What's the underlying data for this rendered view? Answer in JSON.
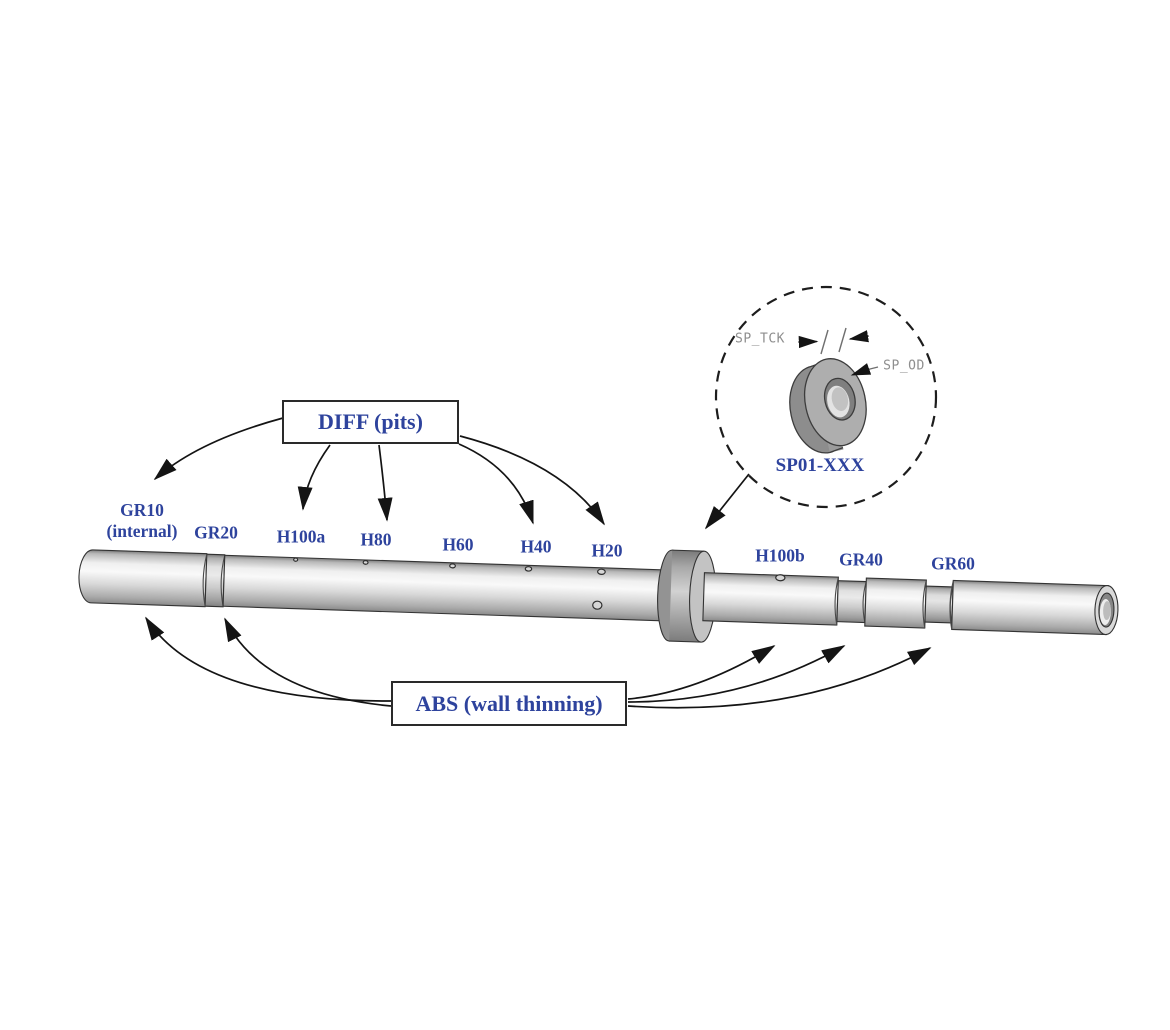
{
  "colors": {
    "background": "#ffffff",
    "label-text": "#2e439d",
    "line": "#2a2a2a",
    "dim-text": "#8e8e8e"
  },
  "callout_boxes": {
    "diff": {
      "label": "DIFF (pits)"
    },
    "abs": {
      "label": "ABS (wall thinning)"
    }
  },
  "defect_labels": {
    "gr10": {
      "label": "GR10",
      "sublabel": "(internal)"
    },
    "gr20": {
      "label": "GR20"
    },
    "h100a": {
      "label": "H100a"
    },
    "h80": {
      "label": "H80"
    },
    "h60": {
      "label": "H60"
    },
    "h40": {
      "label": "H40"
    },
    "h20": {
      "label": "H20"
    },
    "h100b": {
      "label": "H100b"
    },
    "gr40": {
      "label": "GR40"
    },
    "gr60": {
      "label": "GR60"
    }
  },
  "detail_view": {
    "part_label": "SP01-XXX",
    "thickness_dim_label": "SP_TCK",
    "outer_diameter_dim_label": "SP_OD"
  }
}
